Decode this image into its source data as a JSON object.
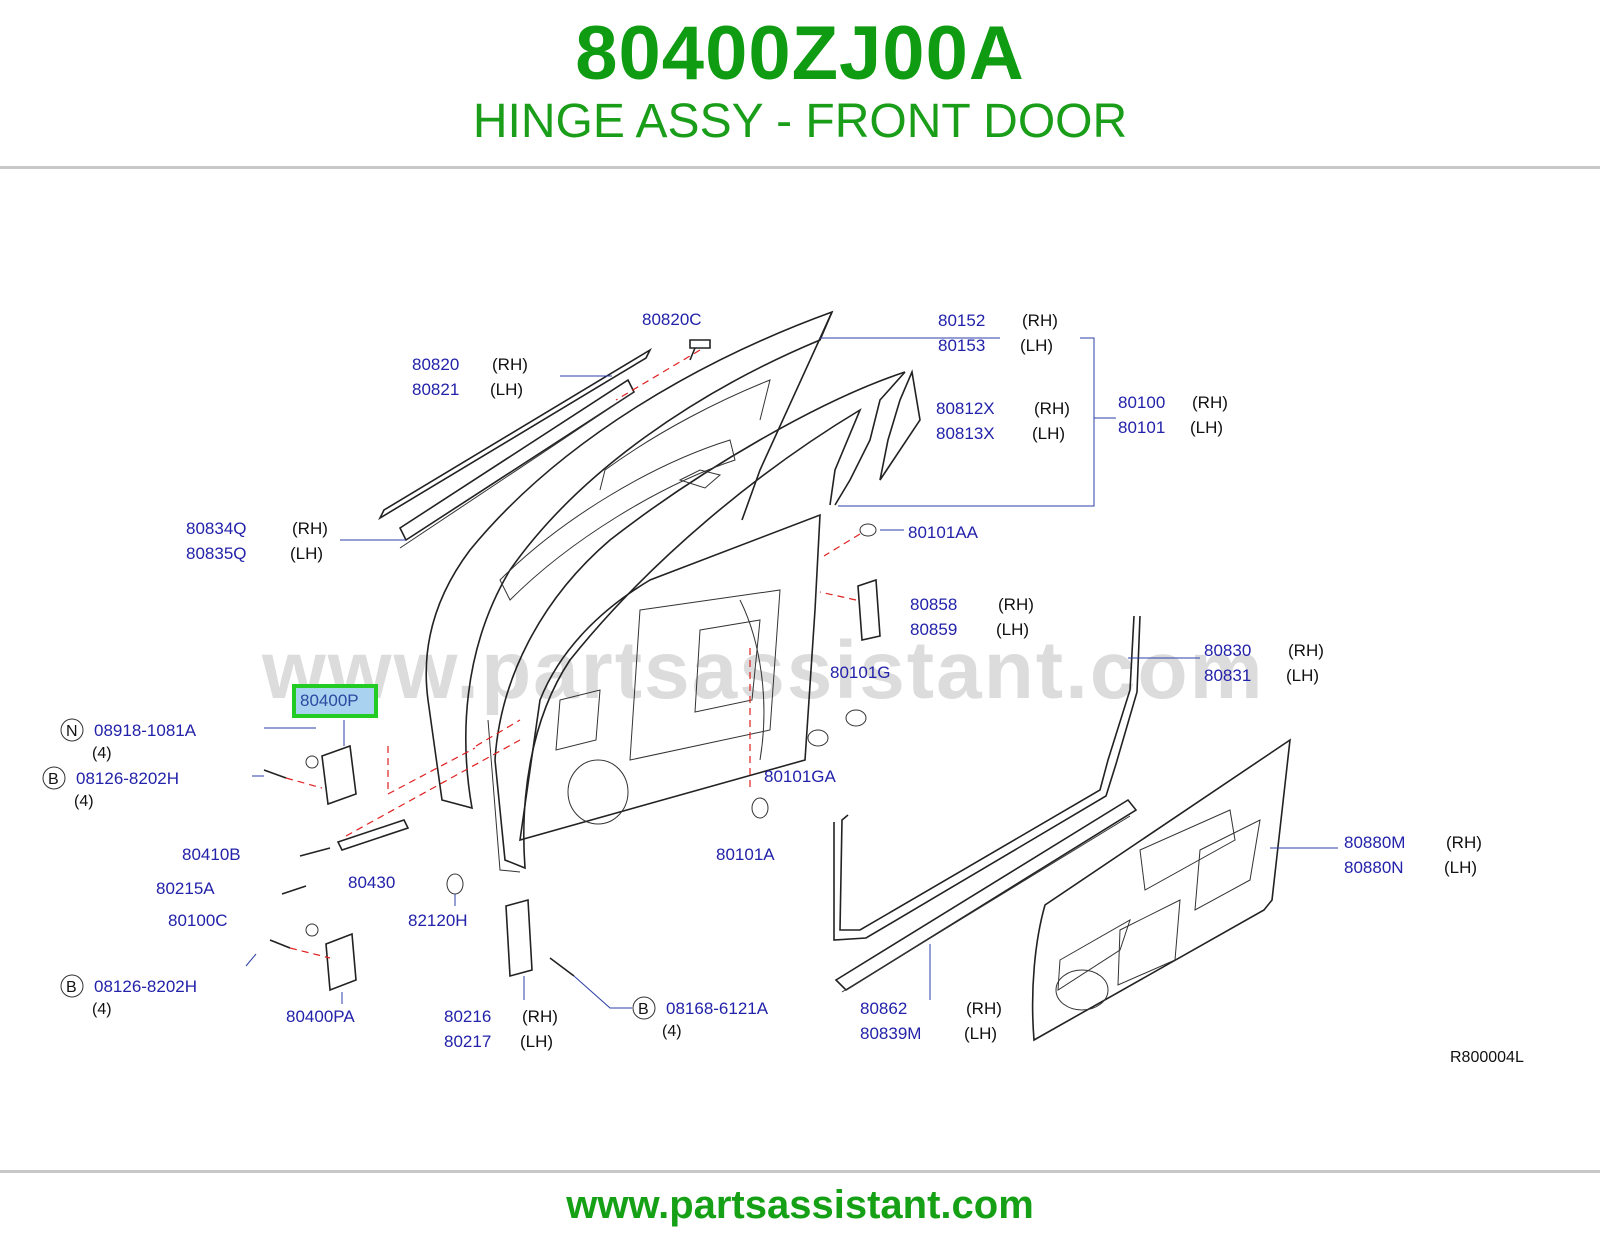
{
  "header": {
    "part_number": "80400ZJ00A",
    "part_title": "HINGE ASSY - FRONT DOOR"
  },
  "watermark": "www.partsassistant.com",
  "footer": {
    "url": "www.partsassistant.com"
  },
  "colors": {
    "title_green": "#0f9b12",
    "label_blue": "#2222aa",
    "highlight_border": "#22cc22",
    "highlight_fill": "#a8d2f0",
    "dash_red": "#e02020"
  },
  "diagram": {
    "highlighted_part": "80400P",
    "reference": "R800004L",
    "labels": {
      "p80820C": "80820C",
      "p80820": "80820",
      "p80821": "80821",
      "p80152": "80152",
      "p80153": "80153",
      "p80812X": "80812X",
      "p80813X": "80813X",
      "p80100": "80100",
      "p80101": "80101",
      "p80834Q": "80834Q",
      "p80835Q": "80835Q",
      "p80101AA": "80101AA",
      "p80858": "80858",
      "p80859": "80859",
      "p80830": "80830",
      "p80831": "80831",
      "p80101G": "80101G",
      "p08918": "08918-1081A",
      "p08126a": "08126-8202H",
      "p80101GA": "80101GA",
      "p80410B": "80410B",
      "p80430": "80430",
      "p80101A": "80101A",
      "p80880M": "80880M",
      "p80880N": "80880N",
      "p80215A": "80215A",
      "p82120H": "82120H",
      "p80100C": "80100C",
      "p08126b": "08126-8202H",
      "p80400PA": "80400PA",
      "p80216": "80216",
      "p80217": "80217",
      "p08168": "08168-6121A",
      "p80862": "80862",
      "p80839M": "80839M"
    },
    "sides": {
      "rh": "(RH)",
      "lh": "(LH)"
    },
    "qty": "(4)",
    "circle_codes": {
      "n": "N",
      "b": "B"
    }
  }
}
